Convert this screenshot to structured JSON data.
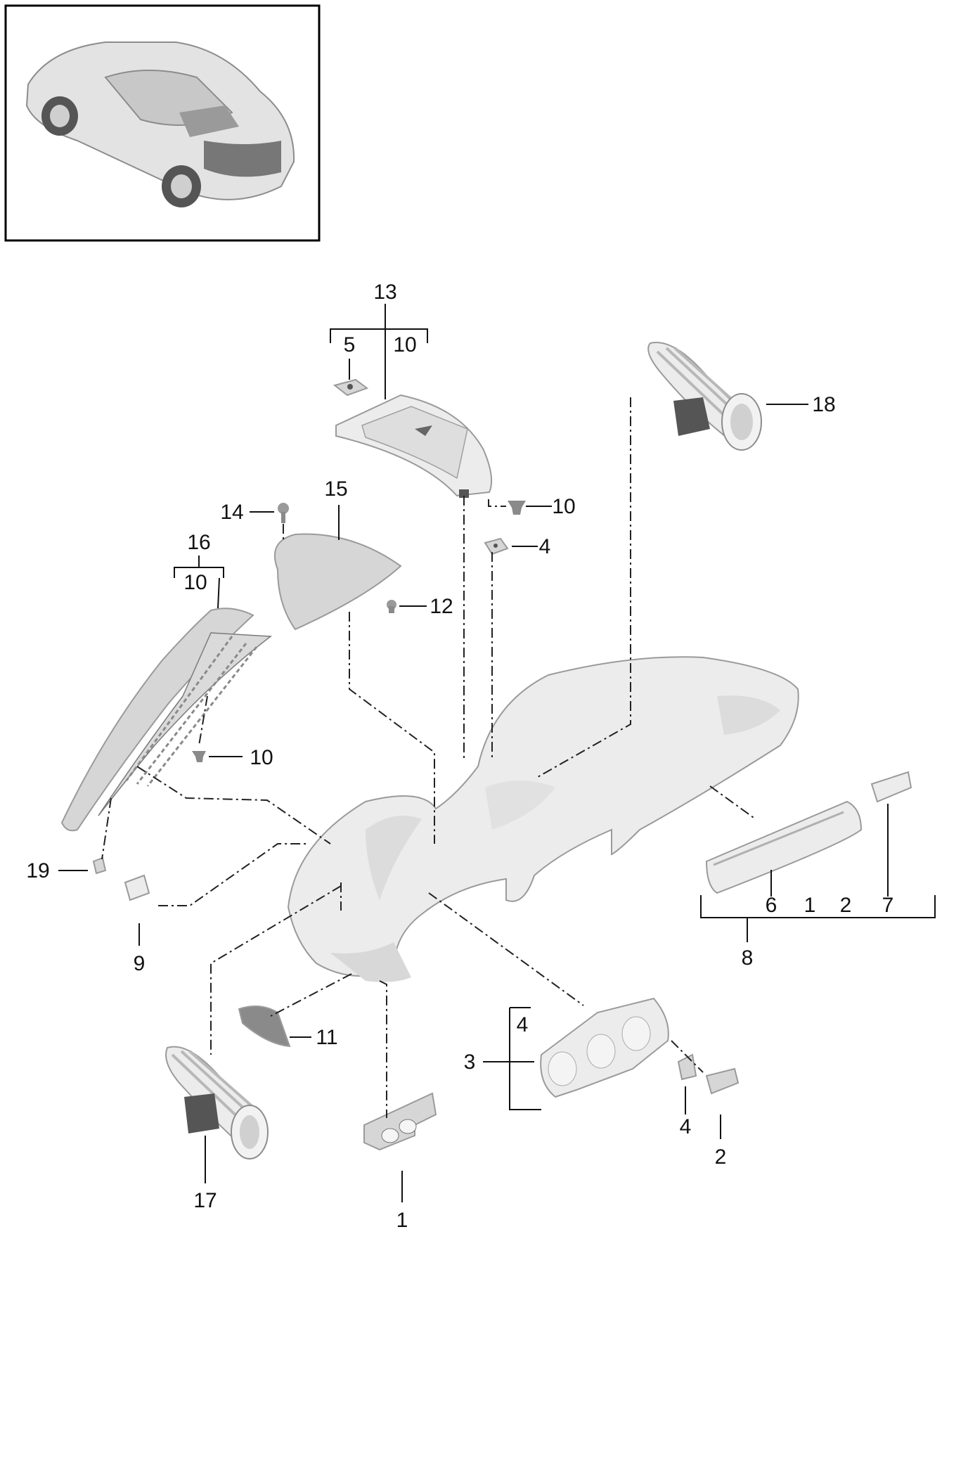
{
  "colors": {
    "line": "#111111",
    "part_light": "#ececec",
    "part_mid": "#d6d6d6",
    "part_dark": "#8a8a8a",
    "frame": "#000000"
  },
  "thumbnail": {
    "icon": "car-convertible-rear-icon"
  },
  "callouts": {
    "c13": "13",
    "c13_5": "5",
    "c13_10": "10",
    "c18": "18",
    "c14": "14",
    "c15": "15",
    "c10_top": "10",
    "c4_top": "4",
    "c16": "16",
    "c16_10": "10",
    "c12": "12",
    "c10_mid": "10",
    "c19": "19",
    "c9": "9",
    "c6": "6",
    "c8_1": "1",
    "c8_2": "2",
    "c7": "7",
    "c8": "8",
    "c11": "11",
    "c3_4": "4",
    "c3": "3",
    "c4_bottom": "4",
    "c2": "2",
    "c17": "17",
    "c1": "1"
  }
}
